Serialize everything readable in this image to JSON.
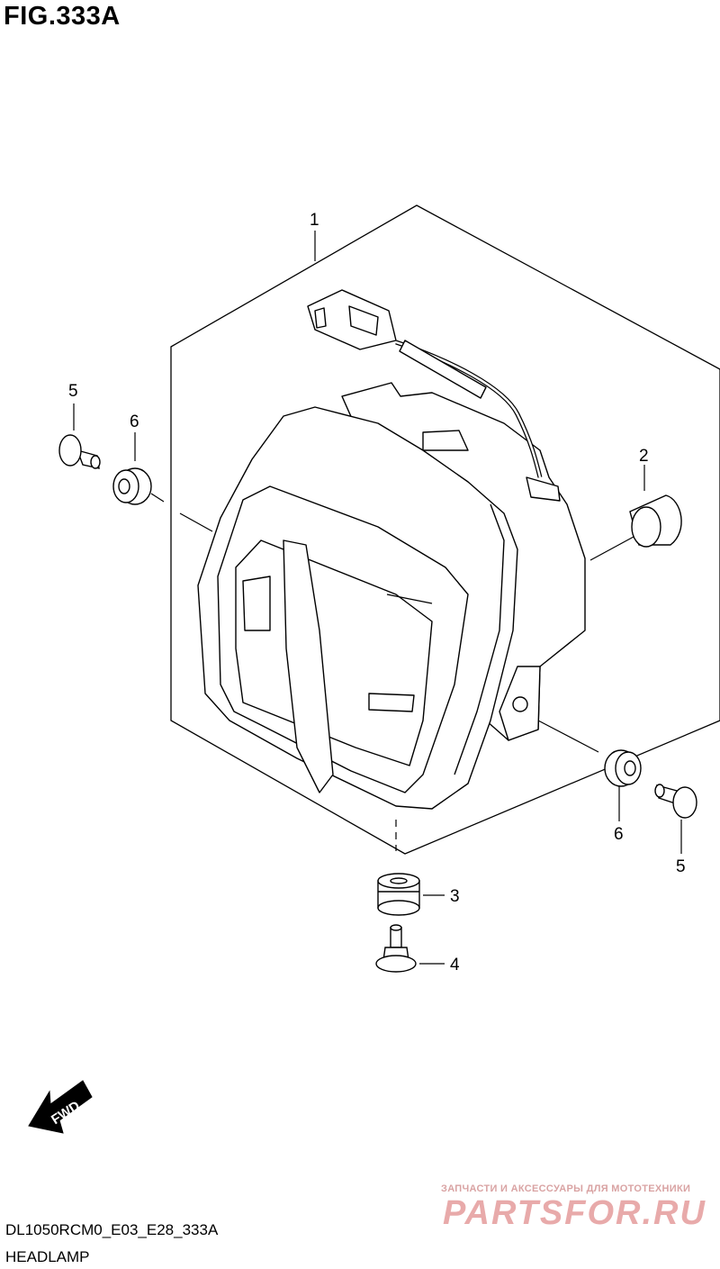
{
  "figure": {
    "title": "FIG.333A",
    "code": "DL1050RCM0_E03_E28_333A",
    "name": "HEADLAMP"
  },
  "callouts": [
    {
      "id": "1",
      "label": "1"
    },
    {
      "id": "2",
      "label": "2"
    },
    {
      "id": "3",
      "label": "3"
    },
    {
      "id": "4",
      "label": "4"
    },
    {
      "id": "5a",
      "label": "5"
    },
    {
      "id": "5b",
      "label": "5"
    },
    {
      "id": "6a",
      "label": "6"
    },
    {
      "id": "6b",
      "label": "6"
    }
  ],
  "direction_marker": {
    "label": "FWD"
  },
  "watermark": {
    "subtitle": "ЗАПЧАСТИ И АКСЕССУАРЫ ДЛЯ МОТОТЕХНИКИ",
    "brand": "PARTSFOR.RU"
  }
}
